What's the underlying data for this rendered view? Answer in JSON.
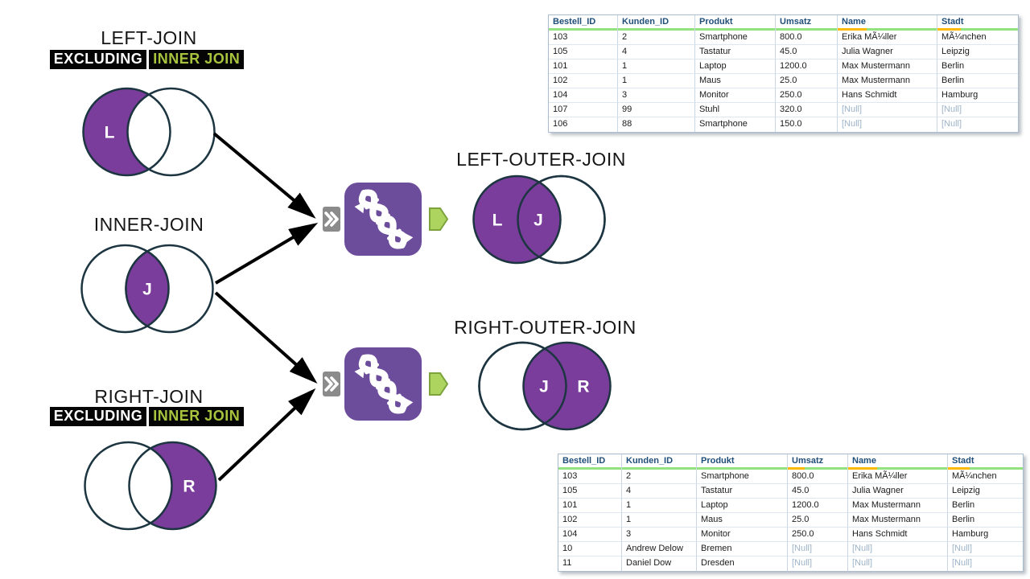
{
  "diagram": {
    "left_join": {
      "title": "LEFT-JOIN",
      "badge": {
        "black_text": "EXCLUDING",
        "green_text": "INNER JOIN"
      },
      "venn_label": "L"
    },
    "inner_join": {
      "title": "INNER-JOIN",
      "venn_label": "J"
    },
    "right_join": {
      "title": "RIGHT-JOIN",
      "badge": {
        "black_text": "EXCLUDING",
        "green_text": "INNER JOIN"
      },
      "venn_label": "R"
    },
    "left_outer_join": {
      "title": "LEFT-OUTER-JOIN",
      "venn_labels": {
        "left": "L",
        "join": "J"
      }
    },
    "right_outer_join": {
      "title": "RIGHT-OUTER-JOIN",
      "venn_labels": {
        "join": "J",
        "right": "R"
      }
    }
  },
  "join_tool": {
    "icon": "dna-join-icon",
    "input_port": "double-chevron-icon",
    "output_port": "green-arrow-icon"
  },
  "colors": {
    "venn_purple": "#7A3D9B",
    "tool_purple": "#6C4D9B",
    "circle_outline": "#1C3541",
    "badge_green_text": "#A8C43E",
    "quality_ok_green": "#92E27F",
    "quality_warn_orange": "#FFB900",
    "output_arrow_green": "#ACD45F",
    "input_port_gray": "#8B8B8B",
    "header_text_blue": "#1F4E79"
  },
  "tables": {
    "top": {
      "columns": [
        {
          "label": "Bestell_ID",
          "width": 86,
          "nulls_pct": 0
        },
        {
          "label": "Kunden_ID",
          "width": 96,
          "nulls_pct": 0
        },
        {
          "label": "Produkt",
          "width": 100,
          "nulls_pct": 0
        },
        {
          "label": "Umsatz",
          "width": 77,
          "nulls_pct": 0
        },
        {
          "label": "Name",
          "width": 124,
          "nulls_pct": 29
        },
        {
          "label": "Stadt",
          "width": 100,
          "nulls_pct": 29
        }
      ],
      "rows": [
        [
          "103",
          "2",
          "Smartphone",
          "800.0",
          "Erika MÃ¼ller",
          "MÃ¼nchen"
        ],
        [
          "105",
          "4",
          "Tastatur",
          "45.0",
          "Julia Wagner",
          "Leipzig"
        ],
        [
          "101",
          "1",
          "Laptop",
          "1200.0",
          "Max Mustermann",
          "Berlin"
        ],
        [
          "102",
          "1",
          "Maus",
          "25.0",
          "Max Mustermann",
          "Berlin"
        ],
        [
          "104",
          "3",
          "Monitor",
          "250.0",
          "Hans Schmidt",
          "Hamburg"
        ],
        [
          "107",
          "99",
          "Stuhl",
          "320.0",
          "[Null]",
          "[Null]"
        ],
        [
          "106",
          "88",
          "Smartphone",
          "150.0",
          "[Null]",
          "[Null]"
        ]
      ]
    },
    "bottom": {
      "columns": [
        {
          "label": "Bestell_ID",
          "width": 79,
          "nulls_pct": 0
        },
        {
          "label": "Kunden_ID",
          "width": 93,
          "nulls_pct": 0
        },
        {
          "label": "Produkt",
          "width": 113,
          "nulls_pct": 0
        },
        {
          "label": "Umsatz",
          "width": 75,
          "nulls_pct": 29
        },
        {
          "label": "Name",
          "width": 124,
          "nulls_pct": 29
        },
        {
          "label": "Stadt",
          "width": 93,
          "nulls_pct": 29
        }
      ],
      "rows": [
        [
          "103",
          "2",
          "Smartphone",
          "800.0",
          "Erika MÃ¼ller",
          "MÃ¼nchen"
        ],
        [
          "105",
          "4",
          "Tastatur",
          "45.0",
          "Julia Wagner",
          "Leipzig"
        ],
        [
          "101",
          "1",
          "Laptop",
          "1200.0",
          "Max Mustermann",
          "Berlin"
        ],
        [
          "102",
          "1",
          "Maus",
          "25.0",
          "Max Mustermann",
          "Berlin"
        ],
        [
          "104",
          "3",
          "Monitor",
          "250.0",
          "Hans Schmidt",
          "Hamburg"
        ],
        [
          "10",
          "Andrew Delow",
          "Bremen",
          "[Null]",
          "[Null]",
          "[Null]"
        ],
        [
          "11",
          "Daniel Dow",
          "Dresden",
          "[Null]",
          "[Null]",
          "[Null]"
        ]
      ]
    }
  }
}
